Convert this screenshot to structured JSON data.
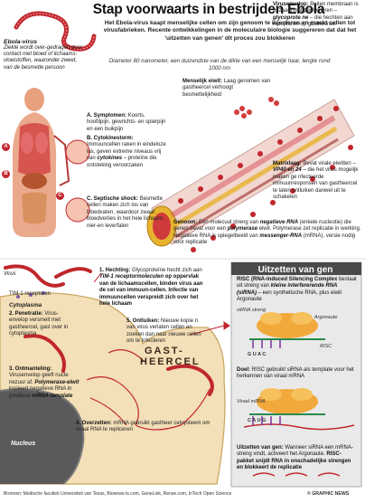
{
  "title": "Stap voorwaarts in bestrijden Ebola",
  "intro": "Het Ebola-virus kaapt menselijke cellen om zijn genoom te injecteren en maakt cellen tot virusfabrieken. Recente ontwikkelingen in de moleculaire biologie suggereren dat dat het 'uitzetten van genen' dit proces zou blokkeren",
  "diameter": "Diameter 80 nanometer, een duizendste van de dikte van een menselijk haar, lengte rond 1000 nm",
  "ebola": {
    "heading": "Ebola-virus",
    "body": "Ziekte wordt over-gedragen door contact met bloed of lichaams-vloeistoffen, waaronder zweet, van de besmette persoon"
  },
  "symptomen": {
    "heading": "A. Symptomen:",
    "body": "Koorts, hoofdpijn, gewrichts- en spierpijn en een buikpijn"
  },
  "cytokine": {
    "heading": "B. Cytokinestorm:",
    "body": "Immuuncellen raken in eindeloze lus, geven extreme niveaus vrij van",
    "em": "cytokines",
    "tail": "– proteïne die ontsteking veroorzaken"
  },
  "septische": {
    "heading": "C. Septische shock:",
    "body": "Besmette cellen maken zich los van bloedvaten, waardoor zwaar bloedverlies in het hele lichaam, nier-en leverfalen"
  },
  "mensel": {
    "heading": "Menselijk eiwit:",
    "body": "Laag genomen van gastheercel verhoogt besmettelijkheid"
  },
  "virusenv": {
    "heading": "Virusenvelop:",
    "body": "Buiten membraan is bezaaid met peplomeren –",
    "em": "glycoprote ne",
    "tail": "– die hechten aan receptoren op gastheercel"
  },
  "matrix": {
    "heading": "Matrixlaag:",
    "body": "Bevat virale eiwitten –",
    "em": "VP40 en 24",
    "tail": "– die het virus mogelijk maken ge nfecteerde immuunresponsen van gastheercel te laten ontluiken danwel uit te schakelen"
  },
  "genoom": {
    "heading": "Genoom:",
    "body": "Een molecuul streng van",
    "em": "negatieve RNA",
    "mid": "(enkele nucleotie) die genen bevat voor een",
    "em2": "polymerase",
    "tail": "eiwit. Polymerase zet replicatie in werking. Negatieve RNA is spiegelbeeld van",
    "em3": "messenger-RNA",
    "tail2": "(mRNA), versie nodig voor replicatie"
  },
  "hechting": {
    "heading": "1. Hechting:",
    "body": "Glycoproteïne hecht zich aan",
    "em": "TIM-1 receptormoleculen",
    "tail": "op oppervlak van de lichaamscellen, binden virus aan de cel van immuun-cellen. Infectie van immuuncellen verspreidt zich over het hele lichaam"
  },
  "tim": "TIM-1 receptoren",
  "virus_label": "Virus",
  "cytoplasma": "Cytoplasma",
  "penetratie": {
    "heading": "2. Penetratie:",
    "body": "Virus-envelop versmelt met gastheercel, gast over in cytoplasma"
  },
  "ontmanteling": {
    "heading": "3. Ontmanteling:",
    "body": "Virusenvelop geeft nucle nezuur af.",
    "em": "Polymerase-eiwit",
    "tail": "kopieert negatieve RNA in positieve",
    "em2": "mRNA-template"
  },
  "ontluiken": {
    "heading": "5. Ontluiken:",
    "body": "Nieuwe kopie n van virus verlaten cellen en zoeken dan naar nieuwe cellen om te infecteren"
  },
  "overzetten": {
    "heading": "4. Overzetten:",
    "body": "mRNA gebruikt gastheer celsysteem om viraal RNA te repliceren"
  },
  "nucleus": "Nucleus",
  "gast1": "GAST-",
  "gast2": "HEERCEL",
  "uitzetten": {
    "title": "Uitzetten van gen",
    "risc": "RISC (RNA-induced Silencing Complex",
    "risc2": "bestaat uit streng van",
    "em": "kleine interfererende RNA (siRNA)",
    "tail": "– een synthetische RNA, plus eiwit Argonaute",
    "sirna": "siRNA streng",
    "argonaute": "Argonaute",
    "risclabel": "RISC",
    "guac": "G U A C",
    "doel_h": "Doel:",
    "doel": "RISC gebruikt siRNA als template voor het herkennen van viraal mRNA",
    "viraal": "Viraal mRNA",
    "cauc": "C A U G",
    "wan_h": "Uitzetten van gen:",
    "wan": "Wanneer siRNA een mRNA-streng vindt, activeert het Argonaute.",
    "wan_b": "RISC-pakket snijdt RNA in onschadelijke strengen en blokkeert de replicatie"
  },
  "footer": "Bronnen: Medische faculteit Universiteit van Texas, Bionews-tx.com, GeneLink, Rense.com, InTech Open Science",
  "copyright": "© GRAPHIC NEWS",
  "badges": [
    "A",
    "B",
    "C"
  ],
  "colors": {
    "accent": "#c0272d",
    "cytoplasm": "#f3dfb8",
    "panel": "#e9e9ea",
    "nucleus": "#5a5a5a"
  }
}
